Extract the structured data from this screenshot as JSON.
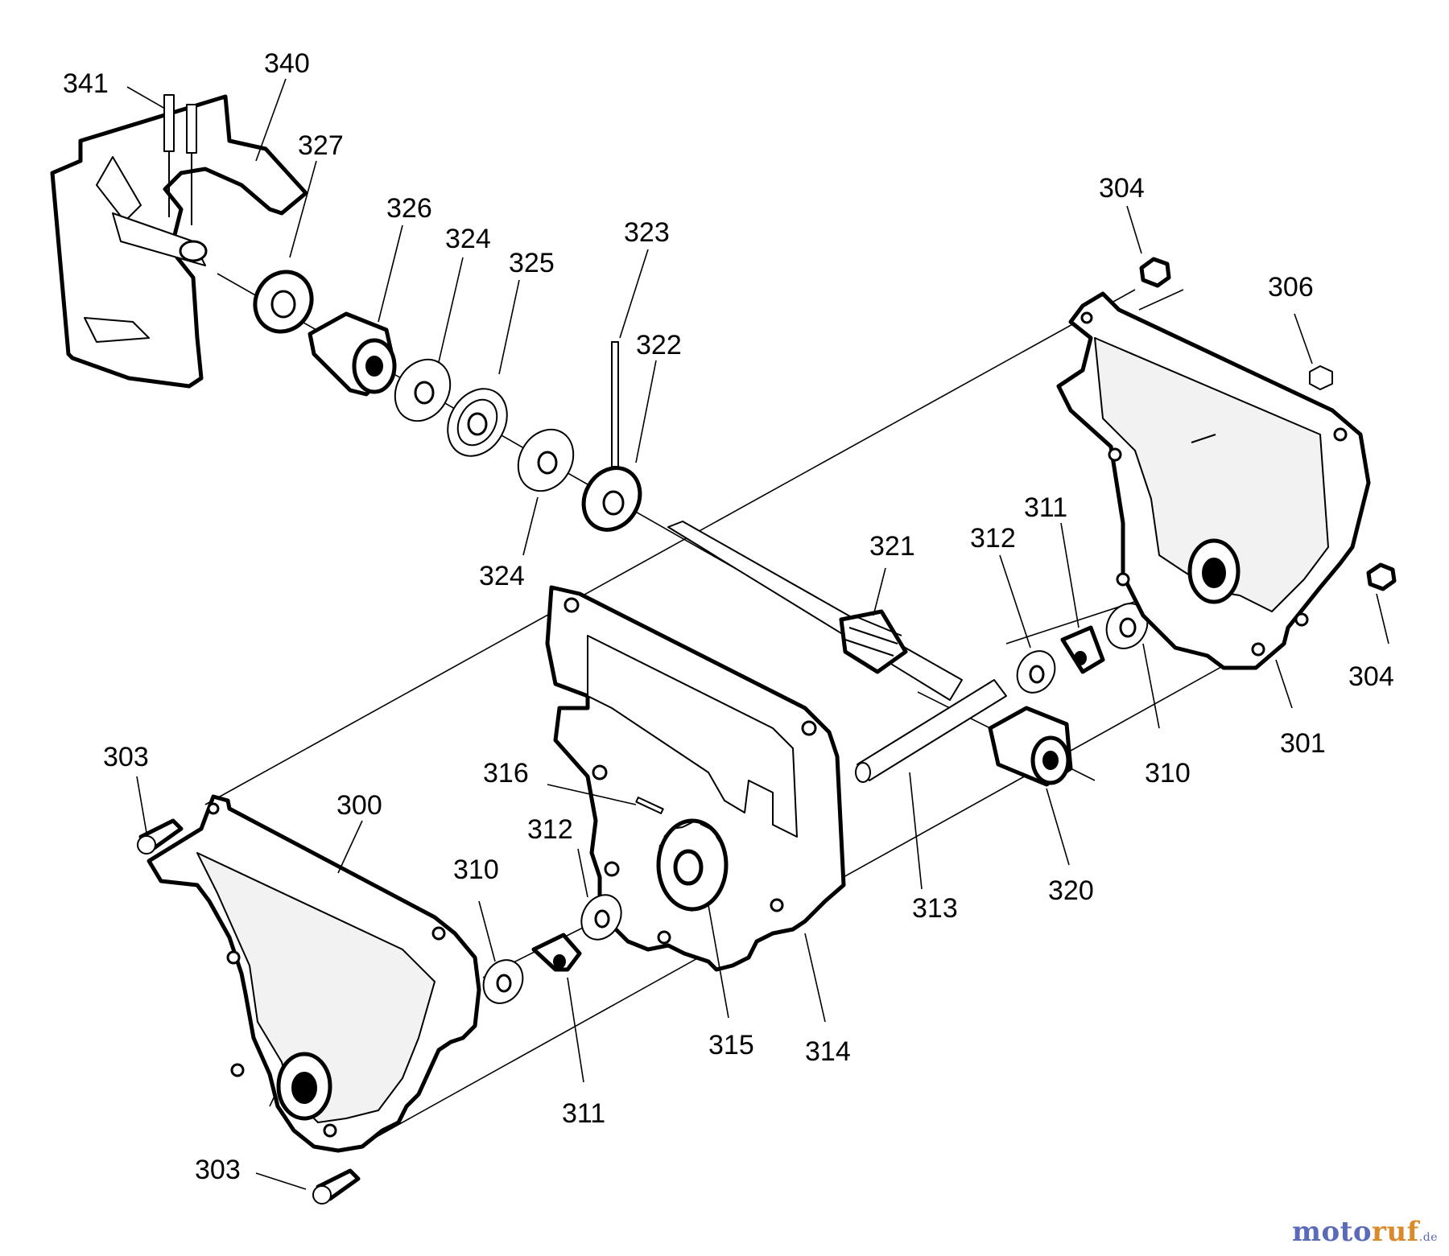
{
  "parts": {
    "p341": "341",
    "p340": "340",
    "p327": "327",
    "p326": "326",
    "p324a": "324",
    "p325": "325",
    "p323": "323",
    "p322": "322",
    "p324b": "324",
    "p304a": "304",
    "p306": "306",
    "p304b": "304",
    "p321": "321",
    "p312a": "312",
    "p311a": "311",
    "p301": "301",
    "p310a": "310",
    "p320": "320",
    "p313": "313",
    "p303a": "303",
    "p300": "300",
    "p316": "316",
    "p312b": "312",
    "p310b": "310",
    "p311b": "311",
    "p315": "315",
    "p314": "314",
    "p303b": "303"
  },
  "watermark": {
    "part1": "moto",
    "part2": "ruf",
    "part3": ".de"
  }
}
